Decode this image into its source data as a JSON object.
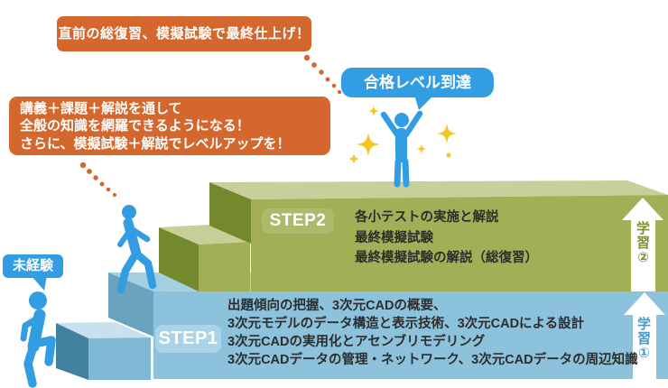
{
  "diagram": {
    "bubbles": {
      "final_review": "直前の総復習、模擬試験で最終仕上げ！",
      "pass_level": "合格レベル到達",
      "lecture": [
        "講義＋課題＋解説を通して",
        "全般の知識を網羅できるようになる！",
        "さらに、模擬試験＋解説でレベルアップを！"
      ],
      "beginner": "未経験"
    },
    "steps": [
      {
        "badge": "STEP1",
        "items": [
          "出題傾向の把握、3次元CADの概要、",
          "3次元モデルのデータ構造と表示技術、3次元CADによる設計",
          "3次元CADの実用化とアセンブリモデリング",
          "3次元CADデータの管理・ネットワーク、3次元CADデータの周辺知識"
        ]
      },
      {
        "badge": "STEP2",
        "items": [
          "各小テストの実施と解説",
          "最終模擬試験",
          "最終模擬試験の解説（総復習）"
        ]
      }
    ],
    "study_labels": {
      "step1": [
        "学",
        "習",
        "①"
      ],
      "step2": [
        "学",
        "習",
        "②"
      ]
    },
    "colors": {
      "orange": "#D4672D",
      "person_blue": "#339DE3",
      "blue_front": "#8CC2DC",
      "blue_front_small": "#7FB8D5",
      "blue_top_light": "#C7E2EE",
      "blue_top_band": "#A2D0E2",
      "blue_dark_side": "#41809E",
      "blue_mid_side": "#6AA3BE",
      "step1_badge_bg": "#A9D4E7",
      "green_front": "#A3AF57",
      "green_top": "#C7CE97",
      "green_dark_side": "#74882E",
      "step2_badge_bg": "#AEB96B",
      "sparkle_yellow": "#F5C425",
      "study1_text": "#4A97C4",
      "study2_text": "#7E9034",
      "item_text": "#2D2D2D"
    }
  }
}
